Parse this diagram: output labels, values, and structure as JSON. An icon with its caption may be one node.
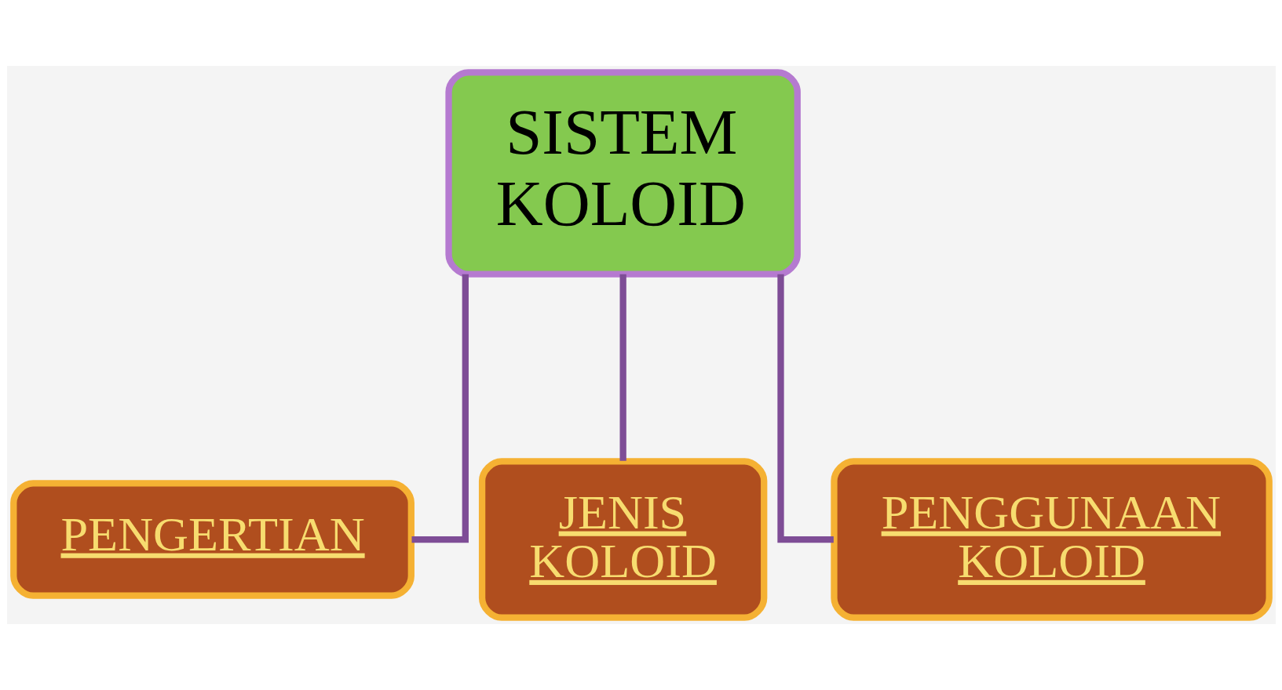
{
  "diagram": {
    "nodes": [
      {
        "text": [
          "SISTEM KOLOID"
        ]
      },
      {
        "text": [
          "PENGERTIAN"
        ]
      },
      {
        "text": [
          "JENIS KOLOID"
        ]
      },
      {
        "text": [
          "PENGGUNAAN KOLOID"
        ]
      }
    ],
    "edges": [
      {
        "from": 0,
        "to": 1,
        "arrow": "none"
      },
      {
        "from": 0,
        "to": 2,
        "arrow": "none"
      },
      {
        "from": 0,
        "to": 3,
        "arrow": "none"
      }
    ]
  }
}
